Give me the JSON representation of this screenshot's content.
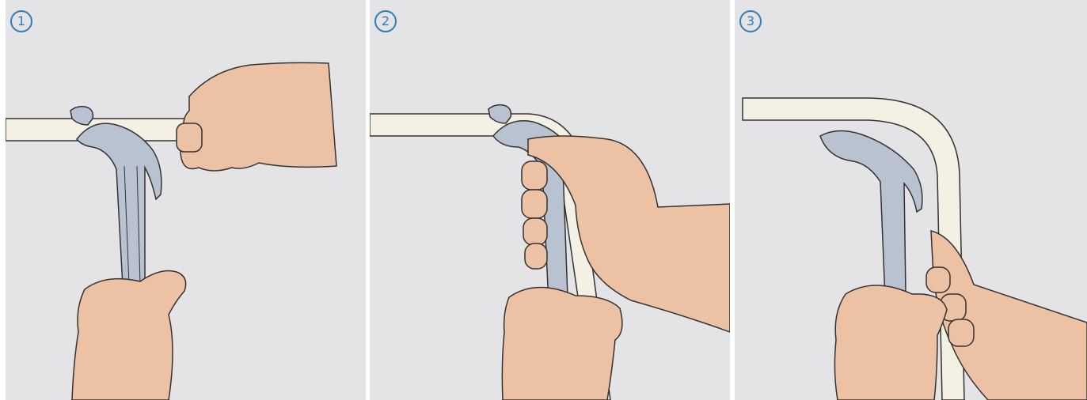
{
  "steps": [
    {
      "number": "1"
    },
    {
      "number": "2"
    },
    {
      "number": "3"
    }
  ],
  "colors": {
    "panel_background": "#e4e4e6",
    "badge": "#2f7db8",
    "pipe": "#f5f0e4",
    "tool": "#b9c2d0",
    "skin": "#ecc1a4",
    "outline": "#333333"
  },
  "icons": {
    "step_badge": "circled-number-icon",
    "pipe": "pipe-illustration",
    "tool": "pipe-bender-illustration",
    "hand": "hand-illustration"
  }
}
